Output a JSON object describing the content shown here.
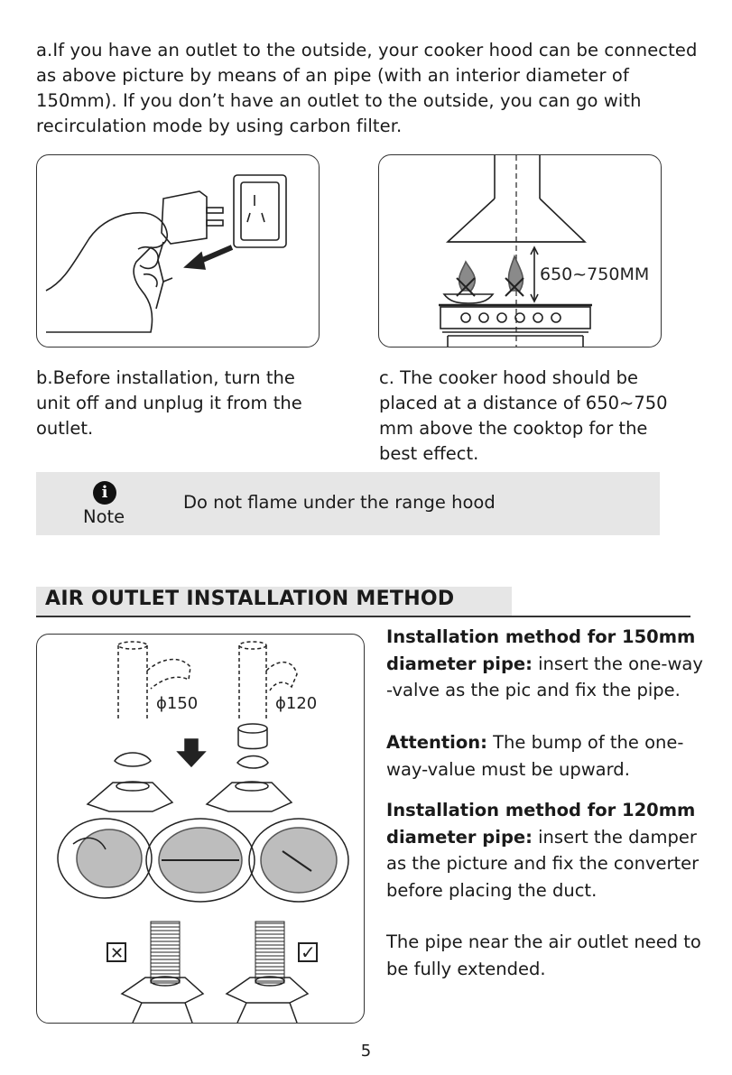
{
  "intro": {
    "paragraph": "a.If you have an outlet to the outside, your cooker hood can be connected as above picture by means of an pipe (with an interior diameter of 150mm). If you don’t have an outlet to the outside, you can go with recirculation mode by using carbon filter."
  },
  "figure_hood": {
    "distance_label": "650~750MM"
  },
  "caption_b": "b.Before installation, turn the unit off and unplug it from the outlet.",
  "caption_c": "c. The cooker hood should be placed at a distance of 650~750 mm above the cooktop for the best effect.",
  "note": {
    "icon_glyph": "i",
    "label": "Note",
    "text": "Do not flame under the range hood"
  },
  "section": {
    "title": "AIR OUTLET INSTALLATION METHOD"
  },
  "figure_outlet": {
    "pipe_150_label": "ϕ150",
    "pipe_120_label": "ϕ120",
    "wrong_mark": "✕",
    "right_mark": "✓"
  },
  "instructions": {
    "p1_heading": "Installation method for 150mm diameter pipe:",
    "p1_body": " insert the one-way -valve as the pic and fix the pipe.",
    "p2_heading": "Attention:",
    "p2_body": " The bump of the one-way-value must be upward.",
    "p3_heading": "Installation method for 120mm diameter pipe:",
    "p3_body": " insert the damper as the picture and fix the converter before placing the duct.",
    "p4_body": "The pipe near the air outlet need to be fully extended."
  },
  "page_number": "5"
}
